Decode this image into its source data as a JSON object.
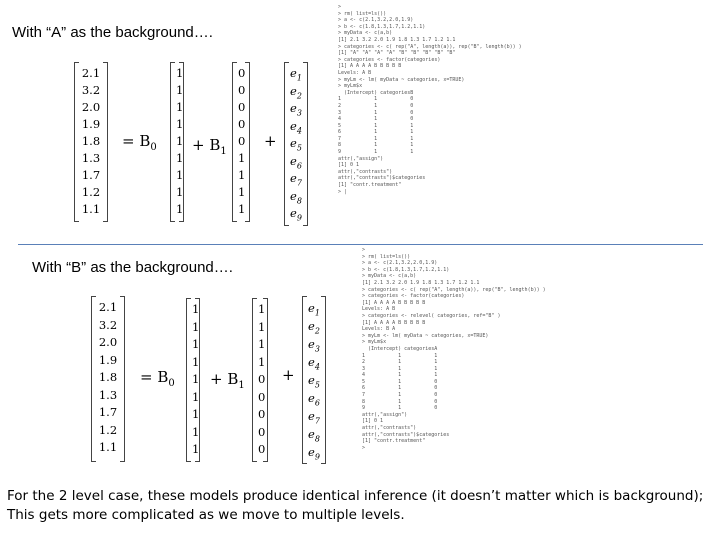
{
  "section_a": {
    "heading": "With “A” as the background….",
    "y_values": [
      "2.1",
      "3.2",
      "2.0",
      "1.9",
      "1.8",
      "1.3",
      "1.7",
      "1.2",
      "1.1"
    ],
    "ones": [
      "1",
      "1",
      "1",
      "1",
      "1",
      "1",
      "1",
      "1",
      "1"
    ],
    "indicator": [
      "0",
      "0",
      "0",
      "0",
      "0",
      "1",
      "1",
      "1",
      "1"
    ],
    "errors": [
      "e1",
      "e2",
      "e3",
      "e4",
      "e5",
      "e6",
      "e7",
      "e8",
      "e9"
    ],
    "equals_b0": "= B",
    "b0_sub": "0",
    "plus_b1": "+ B",
    "b1_sub": "1",
    "plus": "+",
    "r_output": [
      ">",
      "> rm( list=ls())",
      "> a <- c(2.1,3.2,2.0,1.9)",
      "> b <- c(1.8,1.3,1.7,1.2,1.1)",
      "> myData <- c(a,b)",
      "[1] 2.1 3.2 2.0 1.9 1.8 1.3 1.7 1.2 1.1",
      "> categories <- c( rep(\"A\", length(a)), rep(\"B\", length(b)) )",
      "[1] \"A\" \"A\" \"A\" \"A\" \"B\" \"B\" \"B\" \"B\" \"B\"",
      "> categories <- factor(categories)",
      "[1] A A A A B B B B B",
      "Levels: A B",
      "> myLm <- lm( myData ~ categories, x=TRUE)",
      "> myLm$x",
      "  (Intercept) categoriesB",
      "1           1           0",
      "2           1           0",
      "3           1           0",
      "4           1           0",
      "5           1           1",
      "6           1           1",
      "7           1           1",
      "8           1           1",
      "9           1           1",
      "attr(,\"assign\")",
      "[1] 0 1",
      "attr(,\"contrasts\")",
      "attr(,\"contrasts\")$categories",
      "[1] \"contr.treatment\"",
      "> |"
    ]
  },
  "section_b": {
    "heading": "With “B” as the background….",
    "y_values": [
      "2.1",
      "3.2",
      "2.0",
      "1.9",
      "1.8",
      "1.3",
      "1.7",
      "1.2",
      "1.1"
    ],
    "ones": [
      "1",
      "1",
      "1",
      "1",
      "1",
      "1",
      "1",
      "1",
      "1"
    ],
    "indicator": [
      "1",
      "1",
      "1",
      "1",
      "0",
      "0",
      "0",
      "0",
      "0"
    ],
    "errors": [
      "e1",
      "e2",
      "e3",
      "e4",
      "e5",
      "e6",
      "e7",
      "e8",
      "e9"
    ],
    "equals_b0": "= B",
    "b0_sub": "0",
    "plus_b1": "+ B",
    "b1_sub": "1",
    "plus": "+",
    "r_output": [
      ">",
      "> rm( list=ls())",
      "> a <- c(2.1,3.2,2.0,1.9)",
      "> b <- c(1.8,1.3,1.7,1.2,1.1)",
      "> myData <- c(a,b)",
      "[1] 2.1 3.2 2.0 1.9 1.8 1.3 1.7 1.2 1.1",
      "> categories <- c( rep(\"A\", length(a)), rep(\"B\", length(b)) )",
      "> categories <- factor(categories)",
      "[1] A A A A B B B B B",
      "Levels: A B",
      "> categories <- relevel( categories, ref=\"B\" )",
      "[1] A A A A B B B B B",
      "Levels: B A",
      "> myLm <- lm( myData ~ categories, x=TRUE)",
      "> myLm$x",
      "  (Intercept) categoriesA",
      "1           1           1",
      "2           1           1",
      "3           1           1",
      "4           1           1",
      "5           1           0",
      "6           1           0",
      "7           1           0",
      "8           1           0",
      "9           1           0",
      "attr(,\"assign\")",
      "[1] 0 1",
      "attr(,\"contrasts\")",
      "attr(,\"contrasts\")$categories",
      "[1] \"contr.treatment\"",
      ">"
    ]
  },
  "footer": {
    "line1": "For the 2 level case, these models produce identical inference (it doesn’t matter which is background);",
    "line2": "This gets more complicated as we move to multiple levels."
  }
}
